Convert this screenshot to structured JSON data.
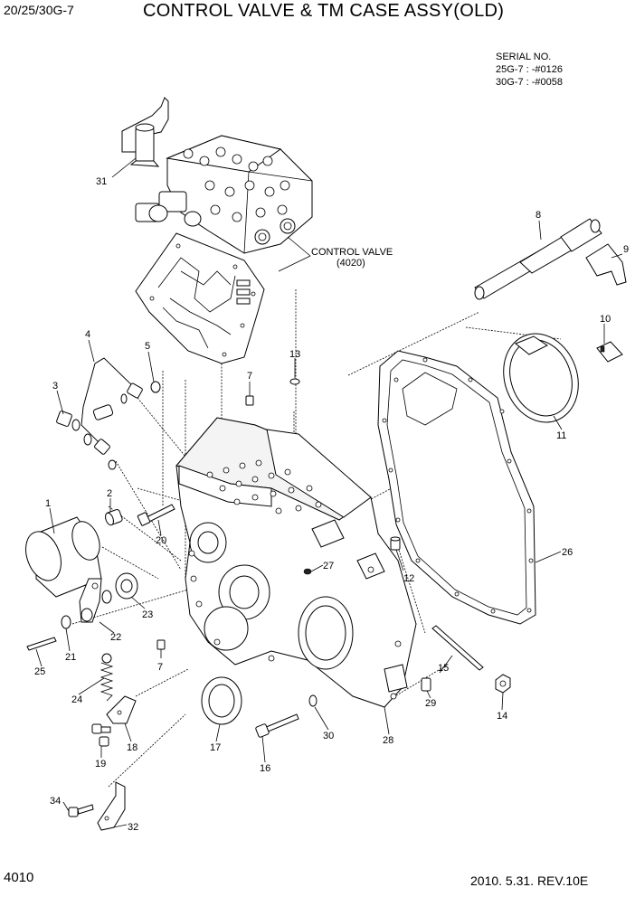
{
  "header": {
    "model": "20/25/30G-7",
    "title": "CONTROL VALVE & TM CASE ASSY(OLD)"
  },
  "serial": {
    "heading": "SERIAL NO.",
    "lines": [
      "25G-7 : -#0126",
      "30G-7 : -#0058"
    ]
  },
  "control_valve_label": {
    "name": "CONTROL  VALVE",
    "code": "(4020)"
  },
  "callouts": [
    "1",
    "2",
    "3",
    "4",
    "5",
    "7",
    "7",
    "8",
    "9",
    "10",
    "11",
    "12",
    "13",
    "14",
    "15",
    "16",
    "17",
    "18",
    "19",
    "20",
    "21",
    "22",
    "23",
    "24",
    "25",
    "26",
    "27",
    "28",
    "29",
    "30",
    "31",
    "32",
    "34"
  ],
  "footer": {
    "page_number": "4010",
    "date_rev": "2010. 5.31.  REV.10E"
  }
}
